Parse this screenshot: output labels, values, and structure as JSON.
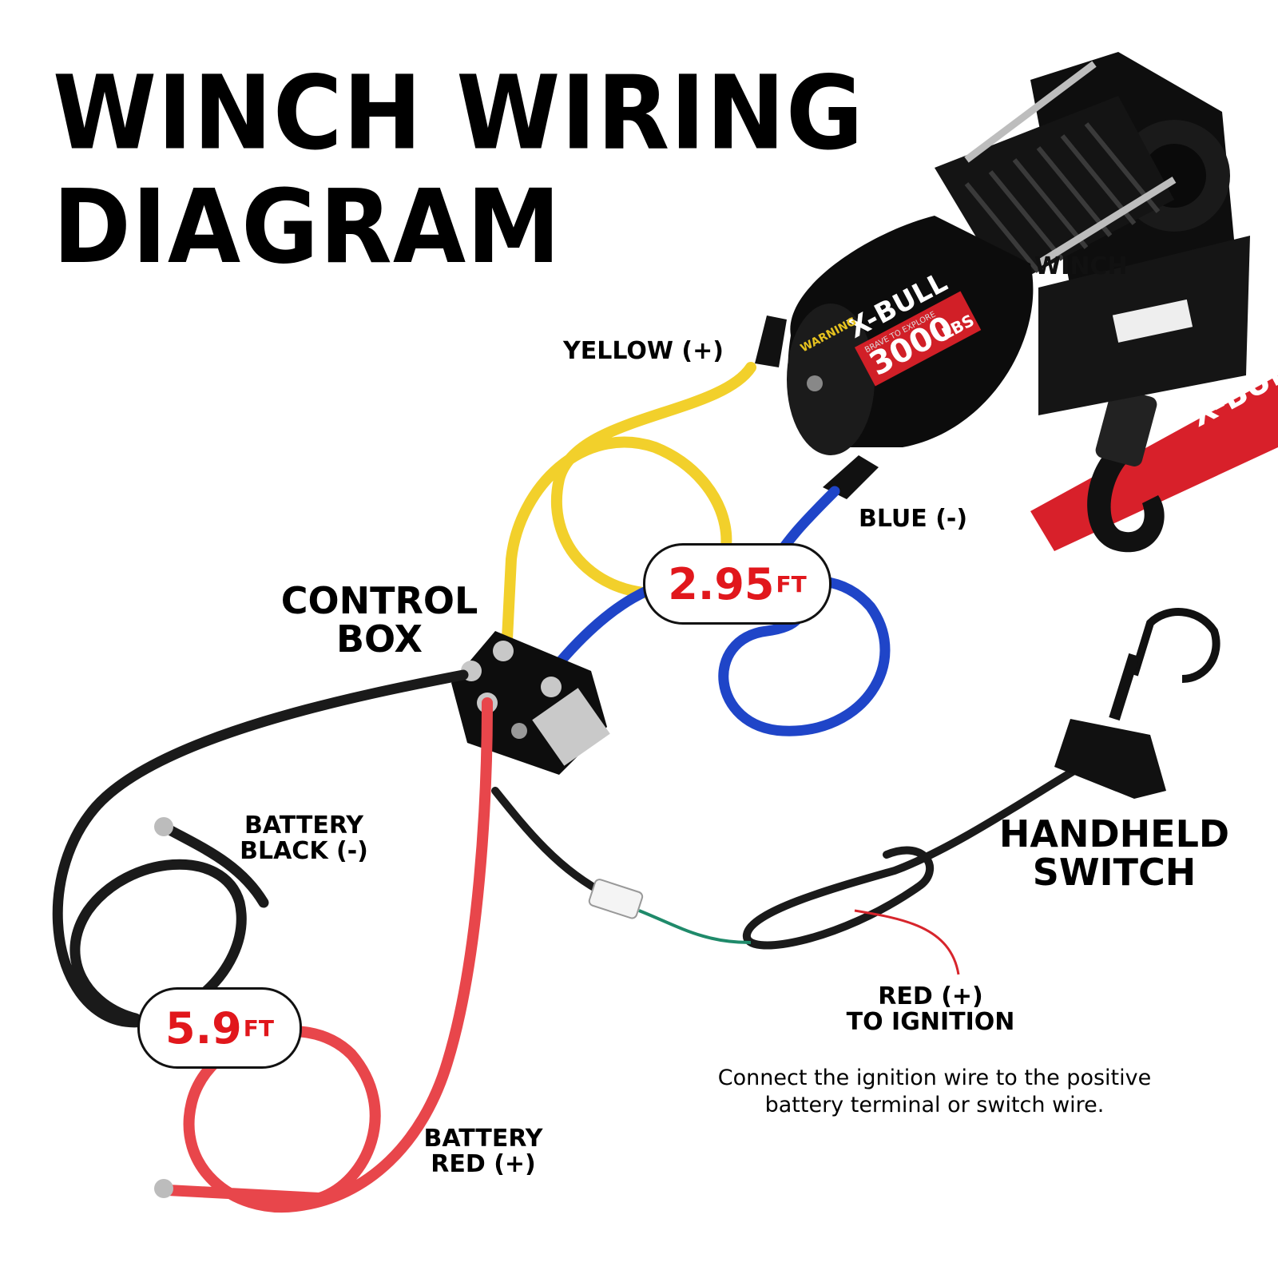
{
  "title": {
    "line1": "WINCH WIRING",
    "line2": "DIAGRAM"
  },
  "labels": {
    "winch": "WINCH",
    "yellow": "YELLOW (+)",
    "blue": "BLUE (-)",
    "control_box": [
      "CONTROL",
      "BOX"
    ],
    "handheld_switch": [
      "HANDHELD",
      "SWITCH"
    ],
    "battery_black": [
      "BATTERY",
      "BLACK (-)"
    ],
    "battery_red": [
      "BATTERY",
      "RED (+)"
    ],
    "red_ignition": [
      "RED (+)",
      "TO IGNITION"
    ]
  },
  "note": "Connect the ignition wire to the positive battery terminal or switch wire.",
  "measurements": {
    "short_cable": {
      "value": "2.95",
      "unit": "FT"
    },
    "long_cable": {
      "value": "5.9",
      "unit": "FT"
    }
  },
  "winch_branding": {
    "brand": "X-BULL",
    "tagline": "BRAVE TO EXPLORE",
    "capacity": "3000",
    "capacity_unit": "LBS",
    "warning": "WARNING"
  },
  "colors": {
    "yellow_wire": "#f2d02b",
    "blue_wire": "#1f45c8",
    "red_wire": "#e8464b",
    "black_wire": "#1a1a1a",
    "accent_red": "#e1171c",
    "strap_red": "#d8202a"
  }
}
